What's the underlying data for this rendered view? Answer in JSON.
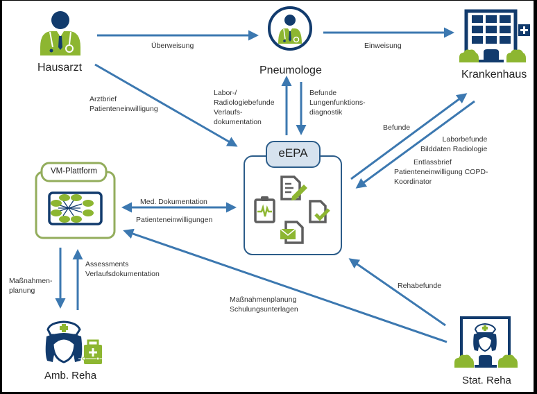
{
  "colors": {
    "navy": "#123b6d",
    "green": "#8db631",
    "arrow": "#3c78b0",
    "docGray": "#5e5e5e",
    "eepaTitleFill": "#d6e2ee",
    "vmBorder": "#93ad5c"
  },
  "nodes": {
    "hausarzt": {
      "label": "Hausarzt",
      "icon": "doctor-icon"
    },
    "pneumologe": {
      "label": "Pneumologe",
      "icon": "doctor-circle-icon"
    },
    "krankenhaus": {
      "label": "Krankenhaus",
      "icon": "hospital-icon"
    },
    "eepa": {
      "label": "eEPA",
      "icons": [
        "clipboard-pulse-icon",
        "document-edit-icon",
        "document-check-icon",
        "document-mail-icon"
      ]
    },
    "vm_plattform": {
      "label": "VM-Plattform",
      "icon": "network-platform-icon"
    },
    "amb_reha": {
      "label": "Amb. Reha",
      "icon": "nurse-medkit-icon"
    },
    "stat_reha": {
      "label": "Stat. Reha",
      "icon": "nurse-building-icon"
    }
  },
  "edges": [
    {
      "id": "hausarzt-pneumologe",
      "from": "Hausarzt",
      "to": "Pneumologe",
      "lines": [
        "Überweisung"
      ]
    },
    {
      "id": "pneumologe-krankenhaus",
      "from": "Pneumologe",
      "to": "Krankenhaus",
      "lines": [
        "Einweisung"
      ]
    },
    {
      "id": "hausarzt-eepa",
      "from": "Hausarzt",
      "to": "eEPA",
      "lines": [
        "Arztbrief",
        "Patienteneinwilligung"
      ]
    },
    {
      "id": "eepa-pneumologe",
      "from": "eEPA",
      "to": "Pneumologe",
      "lines": [
        "Labor-/",
        "Radiologiebefunde",
        "Verlaufs-",
        "dokumentation"
      ]
    },
    {
      "id": "pneumologe-eepa",
      "from": "Pneumologe",
      "to": "eEPA",
      "lines": [
        "Befunde",
        "Lungenfunktions-",
        "diagnostik"
      ]
    },
    {
      "id": "eepa-krankenhaus",
      "from": "eEPA",
      "to": "Krankenhaus",
      "lines": [
        "Befunde"
      ]
    },
    {
      "id": "krankenhaus-eepa",
      "from": "Krankenhaus",
      "to": "eEPA",
      "lines": [
        "Laborbefunde",
        "Bilddaten Radiologie",
        "Entlassbrief",
        "Patienteneinwilligung COPD-",
        "Koordinator"
      ]
    },
    {
      "id": "vm-eepa",
      "from": "VM-Plattform",
      "to": "eEPA",
      "bidirectional": true,
      "lines": [
        "Med. Dokumentation",
        "Patienteneinwilligungen"
      ]
    },
    {
      "id": "vm-ambreha",
      "from": "VM-Plattform",
      "to": "Amb. Reha",
      "lines": [
        "Maßnahmen-",
        "planung"
      ]
    },
    {
      "id": "ambreha-vm",
      "from": "Amb. Reha",
      "to": "VM-Plattform",
      "lines": [
        "Assessments",
        "Verlaufsdokumentation"
      ]
    },
    {
      "id": "statreha-vm",
      "from": "Stat. Reha",
      "to": "VM-Plattform",
      "lines": [
        "Maßnahmenplanung",
        "Schulungsunterlagen"
      ]
    },
    {
      "id": "statreha-eepa",
      "from": "Stat. Reha",
      "to": "eEPA",
      "lines": [
        "Rehabefunde"
      ]
    }
  ]
}
